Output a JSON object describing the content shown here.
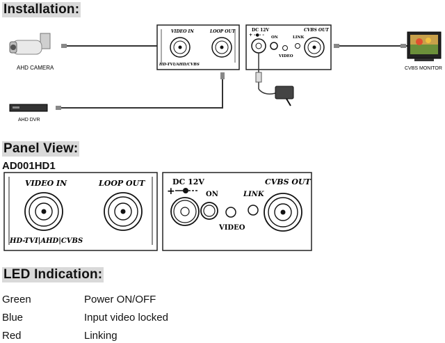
{
  "sections": {
    "installation": "Installation:",
    "panel_view": "Panel View:",
    "led_indication": "LED Indication:"
  },
  "model": "AD001HD1",
  "installation_diagram": {
    "camera_label": "AHD CAMERA",
    "dvr_label": "AHD DVR",
    "monitor_label": "CVBS MONITOR",
    "left_unit": {
      "video_in": "VIDEO IN",
      "loop_out": "LOOP OUT",
      "bottom": "HD-TVI/AHD/CVBS"
    },
    "right_unit": {
      "dc": "DC 12V",
      "on": "ON",
      "link": "LINK",
      "cvbs_out": "CVBS OUT",
      "video": "VIDEO"
    }
  },
  "panel": {
    "left": {
      "video_in": "VIDEO IN",
      "loop_out": "LOOP OUT",
      "bottom": "HD-TVI|AHD|CVBS"
    },
    "right": {
      "dc": "DC 12V",
      "on": "ON",
      "link": "LINK",
      "cvbs_out": "CVBS OUT",
      "video": "VIDEO"
    }
  },
  "led": [
    {
      "color": "Green",
      "meaning": "Power ON/OFF"
    },
    {
      "color": "Blue",
      "meaning": "Input video locked"
    },
    {
      "color": "Red",
      "meaning": "Linking"
    }
  ]
}
